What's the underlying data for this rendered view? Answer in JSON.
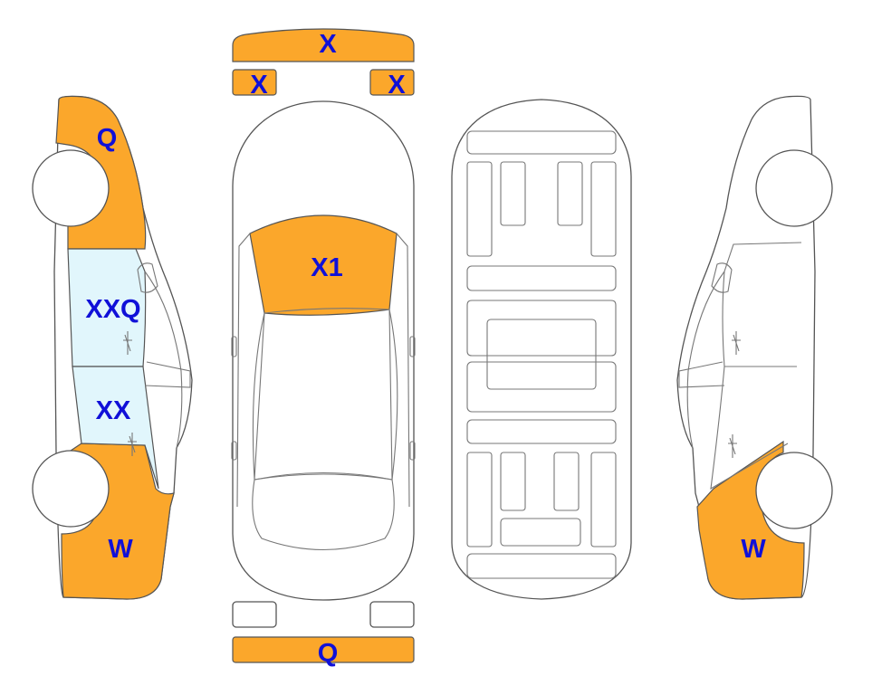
{
  "colors": {
    "damage_fill": "#FBA72B",
    "glass_fill": "#E1F6FC",
    "label_color": "#1010D8",
    "outline": "#555555"
  },
  "labels": {
    "front_bumper_top": "X",
    "front_left_light": "X",
    "front_right_light": "X",
    "left_front_fender": "Q",
    "hood": "X1",
    "left_front_door": "XXQ",
    "left_rear_door": "XX",
    "left_rear_quarter": "W",
    "right_rear_quarter": "W",
    "rear_bumper": "Q"
  }
}
